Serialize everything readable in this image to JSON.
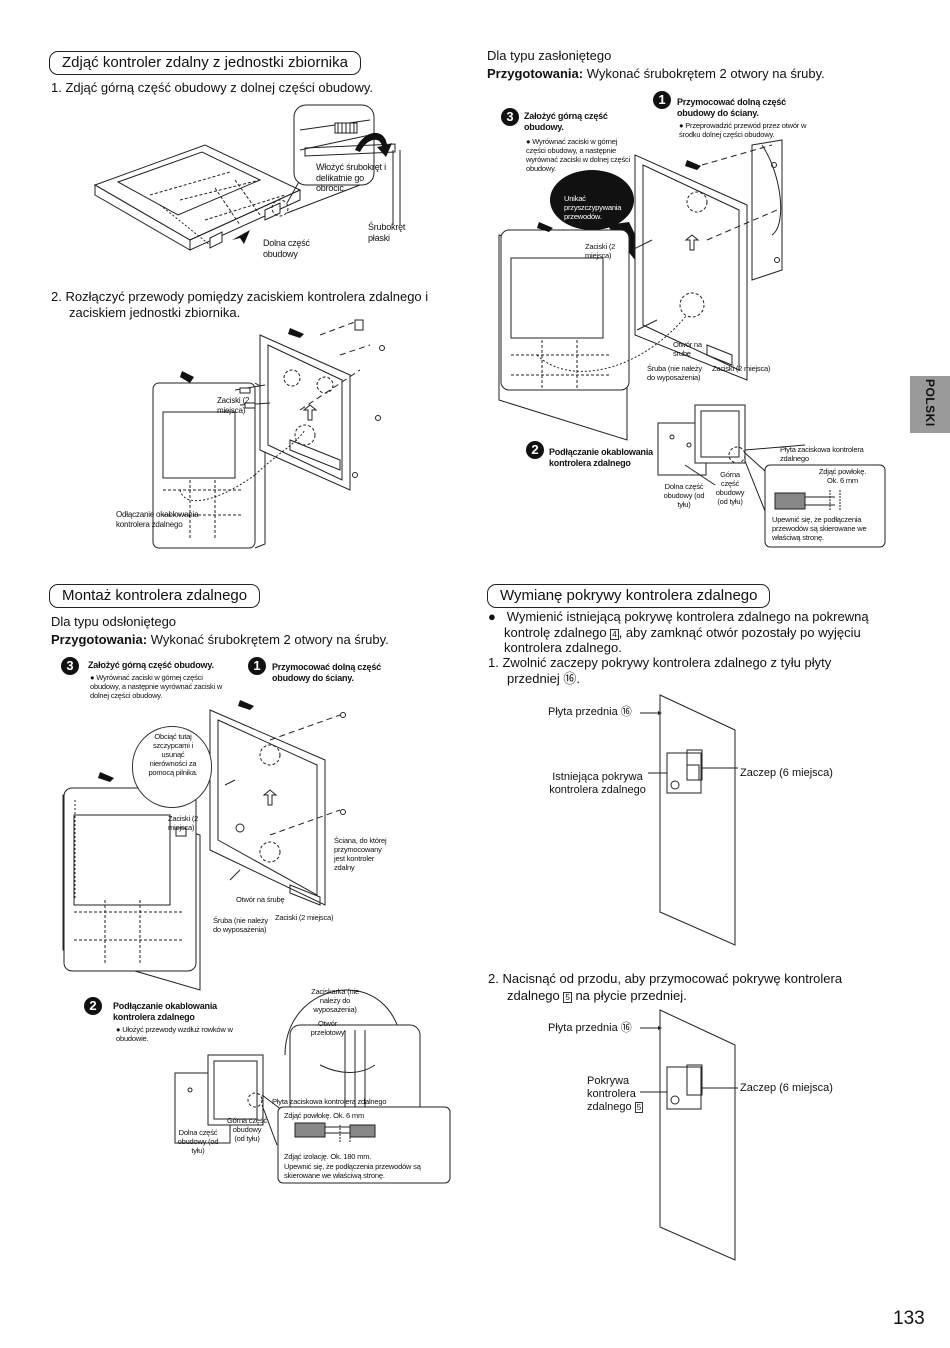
{
  "side_tab": "POLSKI",
  "page_number": "133",
  "s1": {
    "heading": "Zdjąć kontroler zdalny z jednostki zbiornika",
    "step1": "1.  Zdjąć górną część obudowy z dolnej części obudowy.",
    "insert_label": "Włożyć śrubokręt i delikatnie go obrócić.",
    "screwdriver_label": "Śrubokręt płaski",
    "lower_case_label": "Dolna część obudowy",
    "step2_line1": "2.  Rozłączyć przewody pomiędzy zaciskiem kontrolera zdalnego i",
    "step2_line2": "zaciskiem jednostki zbiornika.",
    "clips_label": "Zaciski (2 miejsca)",
    "disconnect_label": "Odłączanie okablowania kontrolera zdalnego"
  },
  "s2": {
    "type_label": "Dla typu zasłoniętego",
    "prep_bold": "Przygotowania:",
    "prep_text": " Wykonać śrubokrętem 2 otwory na śruby.",
    "c3_title": "Założyć górną część obudowy.",
    "c3_bullet": "Wyrównać zaciski w górnej części obudowy, a następnie wyrównać zaciski w dolnej części obudowy.",
    "c1_title": "Przymocować dolną część obudowy do ściany.",
    "c1_bullet": "Przeprowadzić przewód przez otwór w środku dolnej części obudowy.",
    "bubble": "Unikać przyszczypywania przewodów.",
    "clips_label": "Zaciski (2 miejsca)",
    "hole_label": "Otwór na śrubę",
    "screw_label": "Śruba (nie należy do wyposażenia)",
    "clips2_label": "Zaciski (2 miejsca)",
    "c2_title": "Podłączanie okablowania kontrolera zdalnego",
    "terminal_label": "Płyta zaciskowa kontrolera zdalnego",
    "lower_back": "Dolna część obudowy (od tyłu)",
    "upper_back": "Górna część obudowy (od tyłu)",
    "strip_label": "Zdjąć powłokę. Ok. 6 mm",
    "note": "Upewnić się, że podłączenia przewodów są skierowane we właściwą stronę."
  },
  "s3": {
    "heading": "Montaż kontrolera zdalnego",
    "type_label": "Dla typu odsłoniętego",
    "prep_bold": "Przygotowania:",
    "prep_text": " Wykonać śrubokrętem 2 otwory na śruby.",
    "c3_title": "Założyć górną część obudowy.",
    "c3_bullet": "Wyrównać zaciski w górnej części obudowy, a następnie wyrównać zaciski w dolnej części obudowy.",
    "c1_title": "Przymocować dolną część obudowy do ściany.",
    "bubble": "Obciąć tutaj szczypcami i usunąć nierówności za pomocą pilnika.",
    "clips_label": "Zaciski (2 miejsca)",
    "wall_label": "Ściana, do której przymocowany jest kontroler zdalny",
    "hole_label": "Otwór na śrubę",
    "screw_label": "Śruba (nie należy do wyposażenia)",
    "clips2_label": "Zaciski (2 miejsca)",
    "c2_title": "Podłączanie okablowania kontrolera zdalnego",
    "c2_bullet": "Ułożyć przewody wzdłuż rowków w obudowie.",
    "clamp_label": "Zaciskarka (nie należy do wyposażenia)",
    "through_label": "Otwór przelotowy",
    "terminal_label": "Płyta zaciskowa kontrolera zdalnego",
    "lower_back": "Dolna część obudowy (od tyłu)",
    "upper_back": "Górna część obudowy (od tyłu)",
    "strip_label": "Zdjąć powłokę. Ok. 6 mm",
    "insul_label": "Zdjąć izolację. Ok. 180 mm.",
    "note": "Upewnić się, że podłączenia przewodów są skierowane we właściwą stronę."
  },
  "s4": {
    "heading": "Wymianę pokrywy kontrolera zdalnego",
    "bullet_line1": "Wymienić istniejącą pokrywę kontrolera zdalnego na pokrewną",
    "bullet_line2a": "kontrolę zdalnego ",
    "bullet_ref": "4",
    "bullet_line2b": ", aby zamknąć otwór pozostały po wyjęciu",
    "bullet_line3": "kontrolera zdalnego.",
    "step1_line1": "1.  Zwolnić zaczepy pokrywy kontrolera zdalnego z tyłu płyty",
    "step1_line2": "przedniej ⑯.",
    "d1_front": "Płyta przednia ⑯",
    "d1_existing": "Istniejąca pokrywa kontrolera zdalnego",
    "d1_latch": "Zaczep (6 miejsca)",
    "step2_line1": "2.  Nacisnąć od przodu, aby przymocować pokrywę kontrolera",
    "step2_line2a": "zdalnego ",
    "step2_ref": "5",
    "step2_line2b": " na płycie przedniej.",
    "d2_front": "Płyta przednia ⑯",
    "d2_cover_a": "Pokrywa",
    "d2_cover_b": "kontrolera",
    "d2_cover_c": "zdalnego ",
    "d2_ref": "5",
    "d2_latch": "Zaczep (6 miejsca)"
  }
}
